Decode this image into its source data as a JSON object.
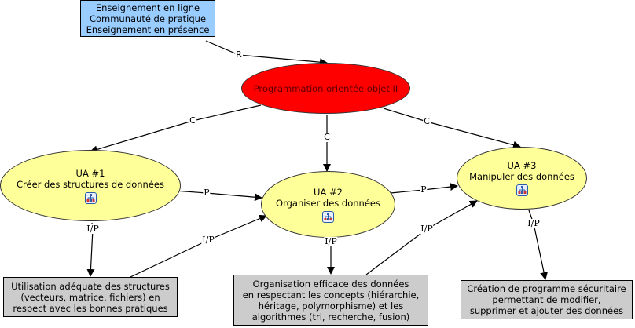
{
  "nodes": {
    "modes": {
      "lines": [
        "Enseignement en ligne",
        "Communauté de pratique",
        "Enseignement en présence"
      ],
      "color": "#99ccff"
    },
    "course": {
      "label": "Programmation orientée objet II",
      "color": "#ff0000"
    },
    "ua1": {
      "lines": [
        "UA #1",
        "Créer des structures de données"
      ],
      "icon": "concept-map-icon",
      "color": "#ffff99"
    },
    "ua2": {
      "lines": [
        "UA #2",
        "Organiser des données"
      ],
      "icon": "concept-map-icon",
      "color": "#ffff99"
    },
    "ua3": {
      "lines": [
        "UA #3",
        "Manipuler des données"
      ],
      "icon": "concept-map-icon",
      "color": "#ffff99"
    },
    "out1": {
      "lines": [
        "Utilisation adéquate des structures",
        "(vecteurs, matrice, fichiers) en",
        "respect avec les bonnes pratiques"
      ],
      "color": "#cccccc"
    },
    "out2": {
      "lines": [
        "Organisation efficace des données",
        "en respectant les concepts (hiérarchie,",
        "héritage, polymorphisme) et les",
        "algorithmes (tri, recherche, fusion)"
      ],
      "color": "#cccccc"
    },
    "out3": {
      "lines": [
        "Création de programme sécuritaire",
        "permettant de modifier,",
        "supprimer et ajouter des données"
      ],
      "color": "#cccccc"
    }
  },
  "edges": [
    {
      "from": "modes",
      "to": "course",
      "label": "R"
    },
    {
      "from": "course",
      "to": "ua1",
      "label": "C"
    },
    {
      "from": "course",
      "to": "ua2",
      "label": "C"
    },
    {
      "from": "course",
      "to": "ua3",
      "label": "C"
    },
    {
      "from": "ua1",
      "to": "ua2",
      "label": "P"
    },
    {
      "from": "ua2",
      "to": "ua3",
      "label": "P"
    },
    {
      "from": "ua1",
      "to": "out1",
      "label": "I/P"
    },
    {
      "from": "out1",
      "to": "ua2",
      "label": "I/P"
    },
    {
      "from": "ua2",
      "to": "out2",
      "label": "I/P"
    },
    {
      "from": "out2",
      "to": "ua3",
      "label": "I/P"
    },
    {
      "from": "ua3",
      "to": "out3",
      "label": "I/P"
    }
  ]
}
